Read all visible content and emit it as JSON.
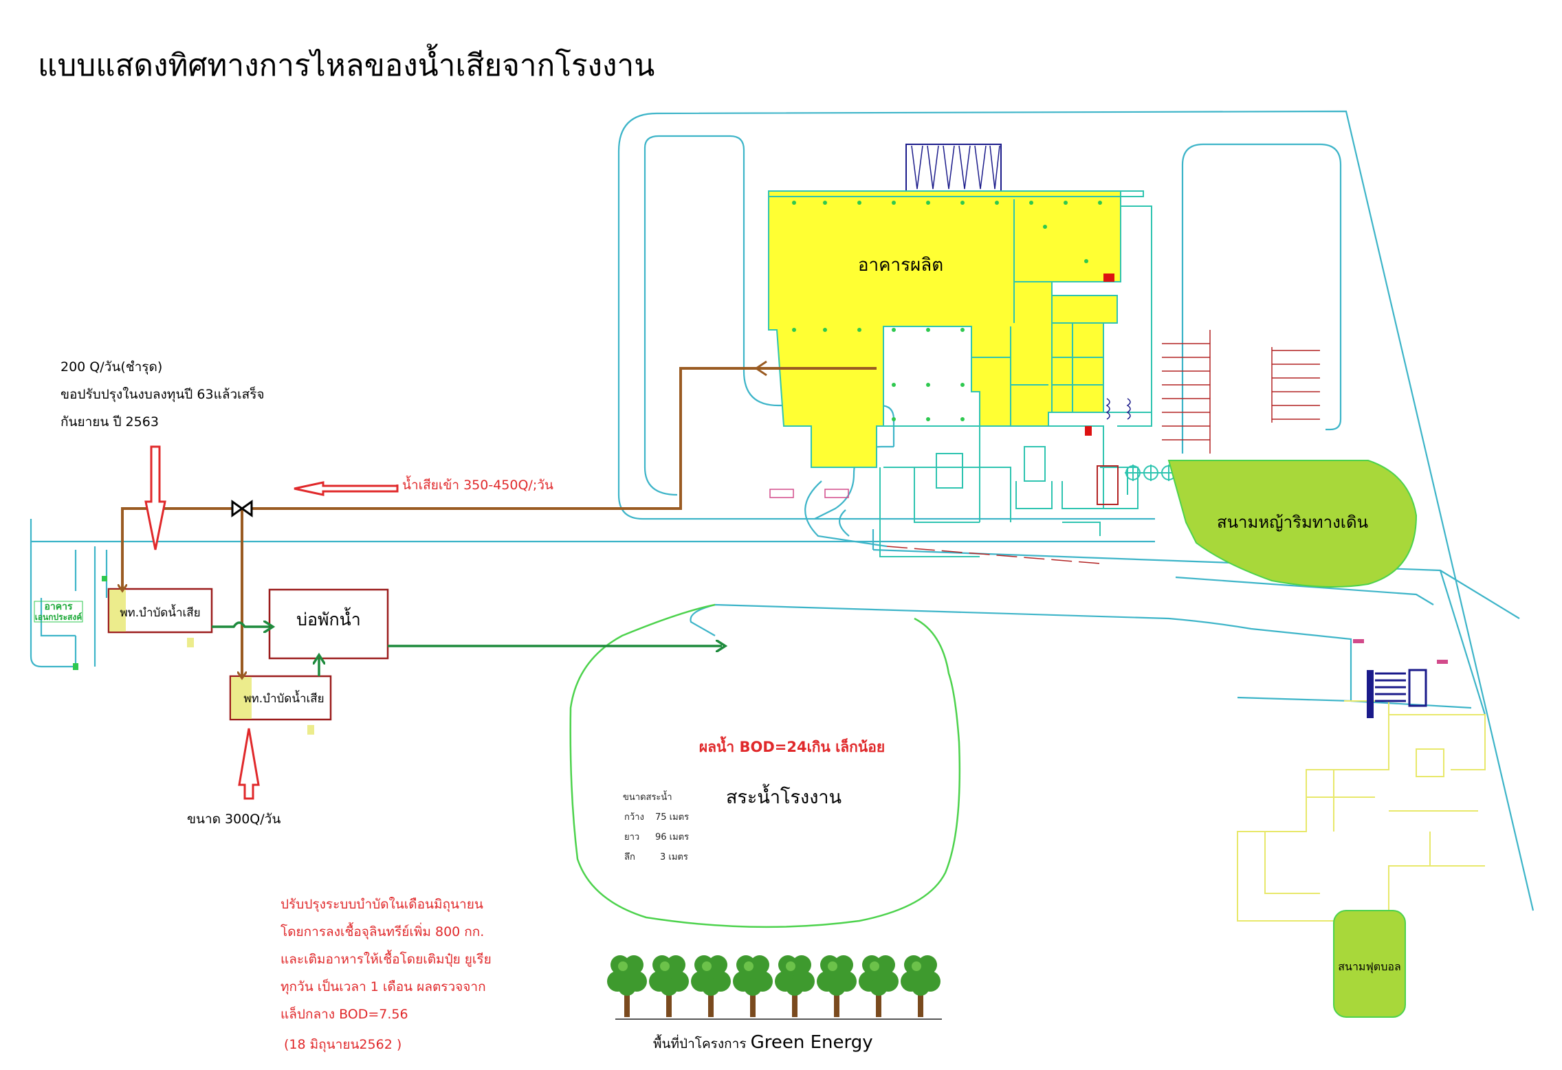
{
  "title": "แบบแสดงทิศทางการไหลของน้ำเสียจากโรงงาน",
  "labels": {
    "production_building": "อาคารผลิต",
    "lawn": "สนามหญ้าริมทางเดิน",
    "football": "สนามฟุตบอล",
    "pond": "สระน้ำโรงงาน",
    "rest_pond": "บ่อพักน้ำ",
    "treatment_1": "พท.บำบัดน้ำเสีย",
    "treatment_2": "พท.บำบัดน้ำเสีย",
    "small_building": "อาคาร",
    "small_building_2": "เอนกประสงค์",
    "green_energy_prefix": "พื้นที่ป่าโครงการ ",
    "green_energy_suffix": "Green Energy",
    "pond_result": "ผลน้ำ BOD=24เกิน เล็กน้อย",
    "pond_size_title": "ขนาดสระน้ำ",
    "pond_width": "กว้าง",
    "pond_width_val": "75 เมตร",
    "pond_length": "ยาว",
    "pond_length_val": "96 เมตร",
    "pond_depth": "ลึก",
    "pond_depth_val": "3 เมตร",
    "inflow": "น้ำเสียเข้า 350-450Q/;วัน",
    "note_top_1": "200 Q/วัน(ชำรุด)",
    "note_top_2": "ขอปรับปรุงในงบลงทุนปี 63แล้วเสร็จ",
    "note_top_3": "กันยายน ปี 2563",
    "note_bottom": "ขนาด 300Q/วัน",
    "improve_1": "ปรับปรุงระบบบำบัดในเดือนมิถุนายน",
    "improve_2": "โดยการลงเชื้อจุลินทรีย์เพิ่ม 800 กก.",
    "improve_3": "และเติมอาหารให้เชื้อโดยเติมปุ๋ย ยูเรีย",
    "improve_4": "ทุกวัน เป็นเวลา 1 เดือน ผลตรวจจาก",
    "improve_5": "แล็ปกลาง BOD=7.56",
    "improve_date": "(18 มิถุนายน2562 )"
  },
  "colors": {
    "road": "#3cb4c8",
    "building_fill": "#ffff33",
    "building_line": "#2ec4b0",
    "pipe": "#9a5b22",
    "green_flow": "#1d8a3c",
    "red": "#e0282a",
    "lawn": "#a8d83a",
    "pond_line": "#4cd24c",
    "yellow_line": "#e8e86a"
  }
}
